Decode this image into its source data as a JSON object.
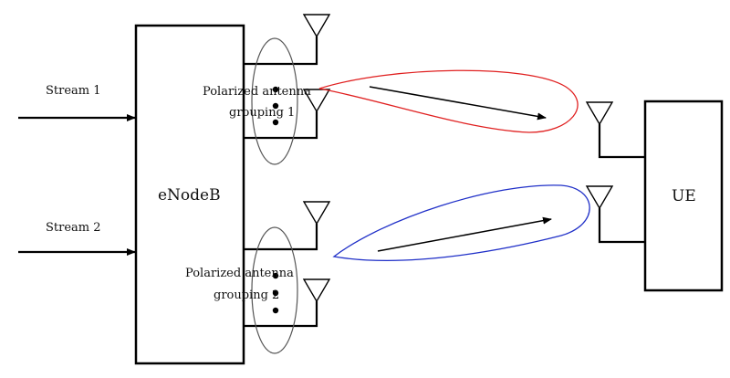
{
  "diagram": {
    "inputs": [
      {
        "label": "Stream 1"
      },
      {
        "label": "Stream 2"
      }
    ],
    "base_station": {
      "label": "eNodeB"
    },
    "user_equipment": {
      "label": "UE"
    },
    "antenna_groups": [
      {
        "line1": "Polarized antenna",
        "line2": "grouping 1"
      },
      {
        "line1": "Polarized antenna",
        "line2": "grouping 2"
      }
    ],
    "beams": [
      {
        "color": "#e02020"
      },
      {
        "color": "#2030c8"
      }
    ],
    "colors": {
      "line": "#000000",
      "ellipse": "#555555"
    }
  }
}
